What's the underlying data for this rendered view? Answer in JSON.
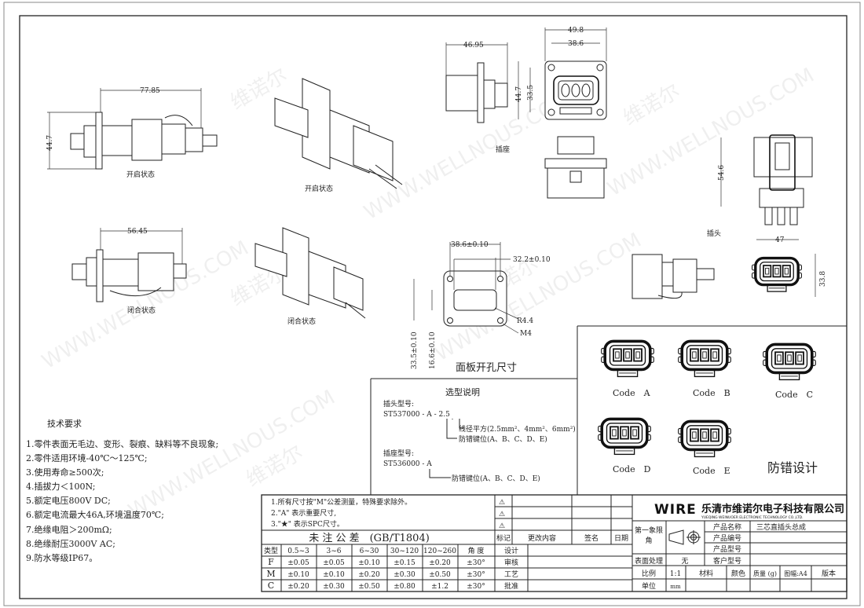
{
  "watermark": {
    "url": "WWW.WELLNOUS.COM",
    "brand": "维诺尔"
  },
  "views": {
    "open_state": "开启状态",
    "closed_state": "闭合状态",
    "socket": "插座",
    "plug": "插头",
    "panel_cutout": "面板开孔尺寸",
    "anti_mismatch": "防错设计"
  },
  "dimensions": {
    "open_length": "77.85",
    "open_height": "44.7",
    "closed_length": "56.45",
    "socket_depth": "46.95",
    "socket_width": "49.8",
    "socket_hole_pitch_x": "38.6",
    "socket_height": "44.7",
    "socket_hole_pitch_y": "33.5",
    "plug_height": "54.6",
    "plug_width": "47",
    "plug_end_height": "33.8",
    "cutout_hole_pitch_x": "38.6±0.10",
    "cutout_window_width": "32.2±0.10",
    "cutout_hole_pitch_y": "33.5±0.10",
    "cutout_window_height": "16.6±0.10",
    "cutout_radius": "R4.4",
    "cutout_thread": "M4"
  },
  "codes": [
    "Code　A",
    "Code　B",
    "Code　C",
    "Code　D",
    "Code　E"
  ],
  "selection": {
    "title": "选型说明",
    "plug_label": "插头型号:",
    "plug_model": "ST537000 - A - 2.5",
    "plug_wire": "线径平方(2.5mm²、4mm²、6mm²)",
    "plug_key": "防错键位(A、B、C、D、E)",
    "socket_label": "插座型号:",
    "socket_model": "ST536000 - A",
    "socket_key": "防错键位(A、B、C、D、E)"
  },
  "tech": {
    "title": "技术要求",
    "items": [
      "1.零件表面无毛边、变形、裂痕、缺料等不良现象;",
      "2.零件适用环境-40℃～125℃;",
      "3.使用寿命≥500次;",
      "4.插拔力＜100N;",
      "5.额定电压800V DC;",
      "6.额定电流最大46A,环境温度70℃;",
      "7.绝缘电阻＞200mΩ;",
      "8.绝缘耐压3000V AC;",
      "9.防水等级IP67。"
    ]
  },
  "notes": [
    "1.所有尺寸按\"M\"公差测量，特殊要求除外。",
    "2.\"A\" 表示重要尺寸,",
    "3.\"★\" 表示SPC尺寸。"
  ],
  "tolerance": {
    "title": "未 注 公 差　(GB/T1804)",
    "headers": [
      "类型",
      "0.5~3",
      "3~6",
      "6~30",
      "30~120",
      "120~260",
      "角 度"
    ],
    "rows": [
      [
        "F",
        "±0.05",
        "±0.05",
        "±0.10",
        "±0.15",
        "±0.20",
        "±30°"
      ],
      [
        "M",
        "±0.10",
        "±0.10",
        "±0.20",
        "±0.30",
        "±0.50",
        "±30°"
      ],
      [
        "C",
        "±0.20",
        "±0.30",
        "±0.50",
        "±0.80",
        "±1.2",
        "±30°"
      ]
    ]
  },
  "revision": {
    "headers": [
      "标记",
      "更改内容",
      "签名",
      "日期"
    ],
    "roles": [
      "设计",
      "审核",
      "工艺",
      "批准"
    ]
  },
  "title_block": {
    "logo": "WIRE",
    "company": "乐清市维诺尔电子科技有限公司",
    "company_en": "YUEQING WEINUOER ELECTRONIC TECHNOLOGY CO.,LTD.",
    "projection": "第一象限角",
    "product_name_label": "产品名称",
    "product_name": "三芯直插头总成",
    "product_no_label": "产品编号",
    "product_model_label": "产品型号",
    "surface_label": "表面处理",
    "surface": "无",
    "customer_model_label": "客户型号",
    "scale_label": "比例",
    "scale": "1:1",
    "material_label": "材料",
    "color_label": "颜色",
    "weight_label": "质量 (g)",
    "sheet": "图幅:A4",
    "version_label": "版本",
    "unit_label": "单位",
    "unit": "mm"
  }
}
